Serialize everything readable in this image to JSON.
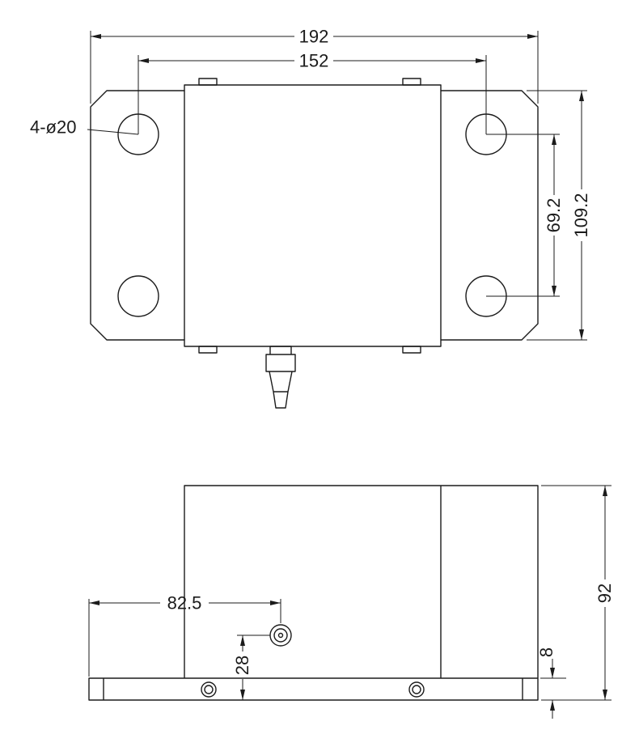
{
  "drawing": {
    "background_color": "#ffffff",
    "line_color": "#1b1b1b",
    "top_view": {
      "dim_overall_width": "192",
      "dim_hole_spacing_width": "152",
      "label_mounting_holes": "4-ø20",
      "dim_hole_spacing_height": "69.2",
      "dim_overall_height": "109.2"
    },
    "front_view": {
      "dim_cable_offset": "82.5",
      "dim_cable_height": "28",
      "dim_overall_height": "92",
      "dim_base_thickness": "8"
    }
  }
}
